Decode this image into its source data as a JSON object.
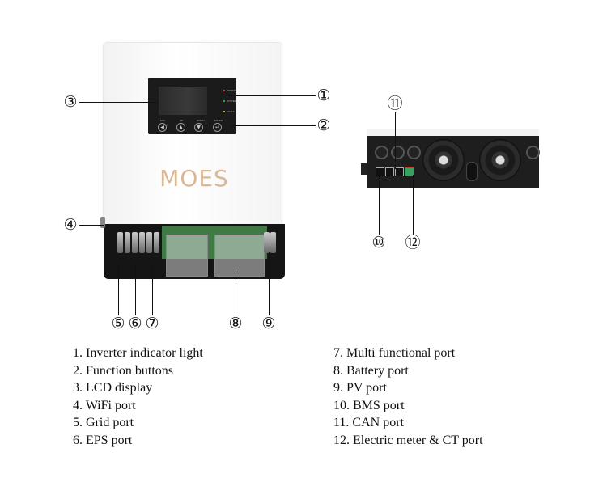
{
  "front": {
    "brand": "MOES",
    "indicators": [
      "POWER",
      "SYSTEM",
      "FAULT"
    ],
    "buttons": [
      "ESC",
      "UP",
      "DOWN",
      "ENTER"
    ]
  },
  "callouts": [
    "①",
    "②",
    "③",
    "④",
    "⑤",
    "⑥",
    "⑦",
    "⑧",
    "⑨",
    "⑩",
    "⑪",
    "⑫"
  ],
  "legend": {
    "left": [
      "1. Inverter indicator light",
      "2. Function buttons",
      "3. LCD display",
      "4. WiFi port",
      "5. Grid port",
      "6. EPS port"
    ],
    "right": [
      "7. Multi functional port",
      "8. Battery port",
      "9.  PV port",
      "10. BMS port",
      "11. CAN port",
      "12. Electric meter & CT port"
    ]
  },
  "colors": {
    "brand": "#d9b896",
    "indicator_power": "#e03a2a",
    "indicator_system": "#2ea35a",
    "indicator_fault": "#d9a320"
  }
}
